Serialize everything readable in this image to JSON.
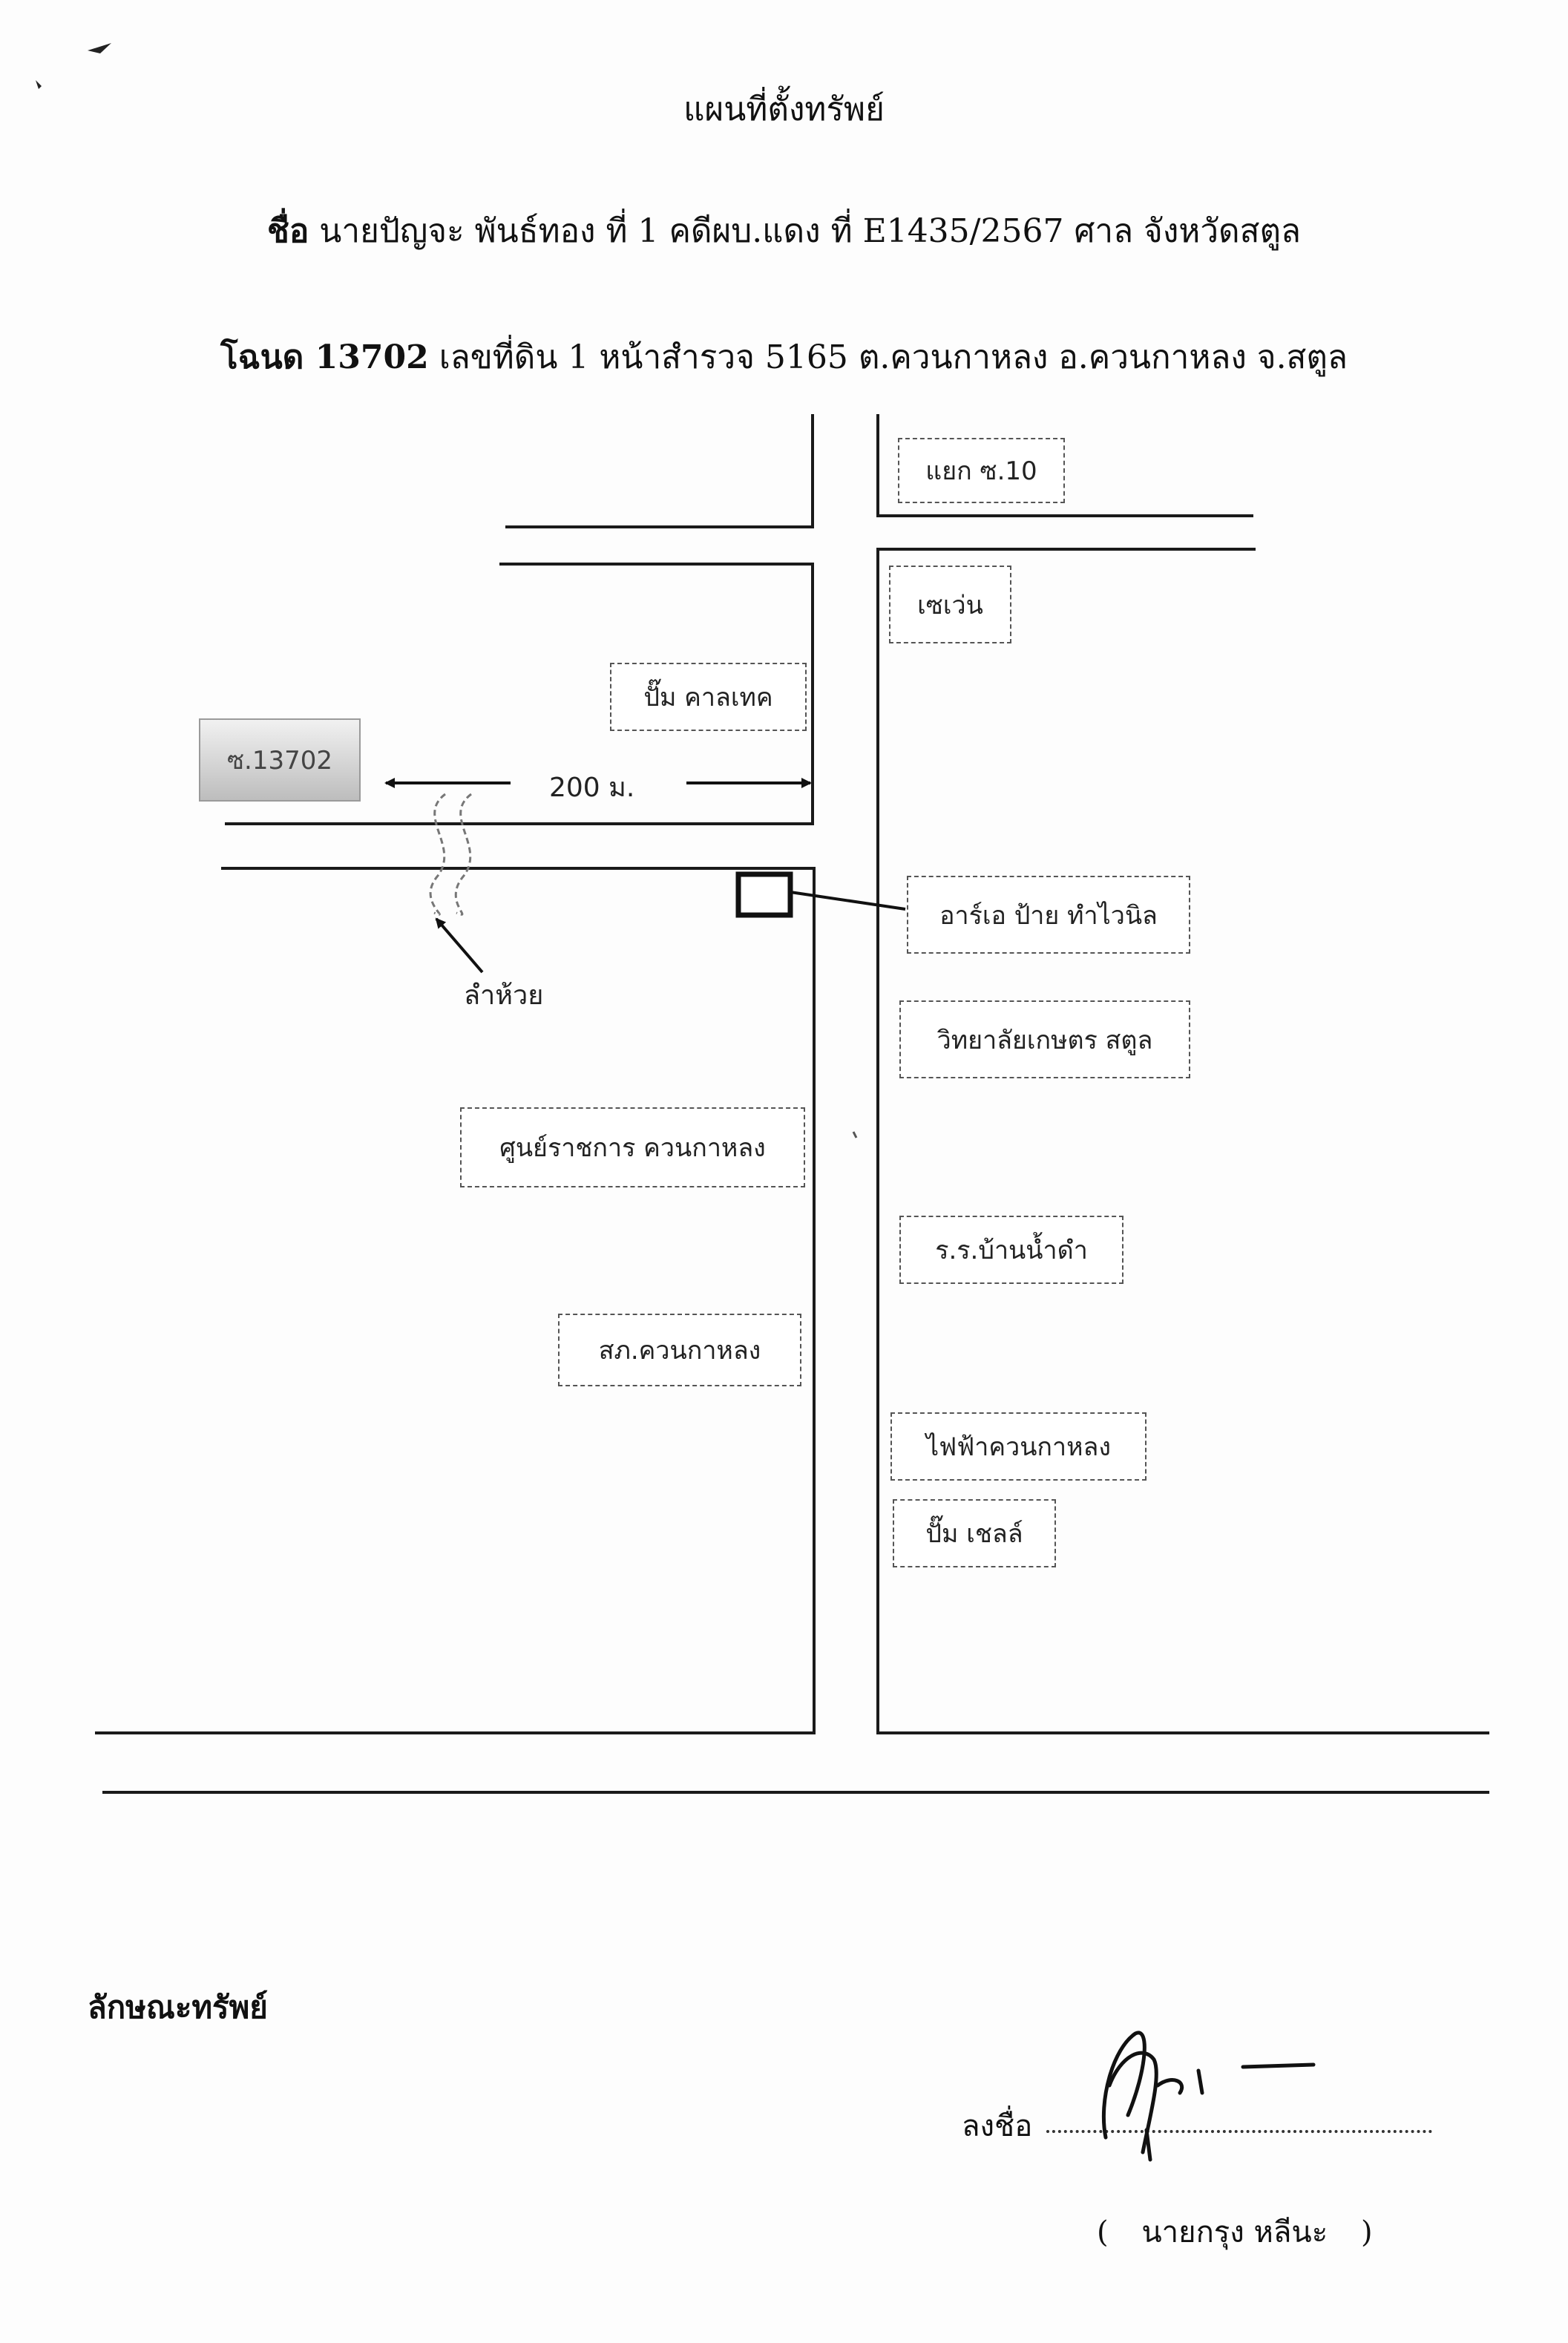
{
  "header": {
    "title": "แผนที่ตั้งทรัพย์",
    "line2_label": "ชื่อ",
    "line2_text": "นายปัญจะ  พันธ์ทอง  ที่ 1  คดีผบ.แดง ที่ E1435/2567 ศาล จังหวัดสตูล",
    "line3_label": "โฉนด 13702",
    "line3_text": "เลขที่ดิน 1 หน้าสำรวจ 5165  ต.ควนกาหลง อ.ควนกาหลง จ.สตูล"
  },
  "map": {
    "labels": {
      "junction": "แยก ซ.10",
      "seven": "เซเว่น",
      "caltex": "ปั๊ม คาลเทค",
      "soi": "ซ.13702",
      "distance": "200 ม.",
      "target": "อาร์เอ ป้าย ทำไวนิล",
      "stream": "ลำห้วย",
      "college": "วิทยาลัยเกษตร สตูล",
      "govcenter": "ศูนย์ราชการ ควนกาหลง",
      "school": "ร.ร.บ้านน้ำดำ",
      "police": "สภ.ควนกาหลง",
      "electric": "ไฟฟ้าควนกาหลง",
      "shell": "ปั๊ม เชลล์"
    }
  },
  "footer": {
    "section_title": "ลักษณะทรัพย์",
    "sign_label": "ลงชื่อ",
    "signer_open": "(",
    "signer_name": "นายกรุง หลีนะ",
    "signer_close": ")"
  }
}
